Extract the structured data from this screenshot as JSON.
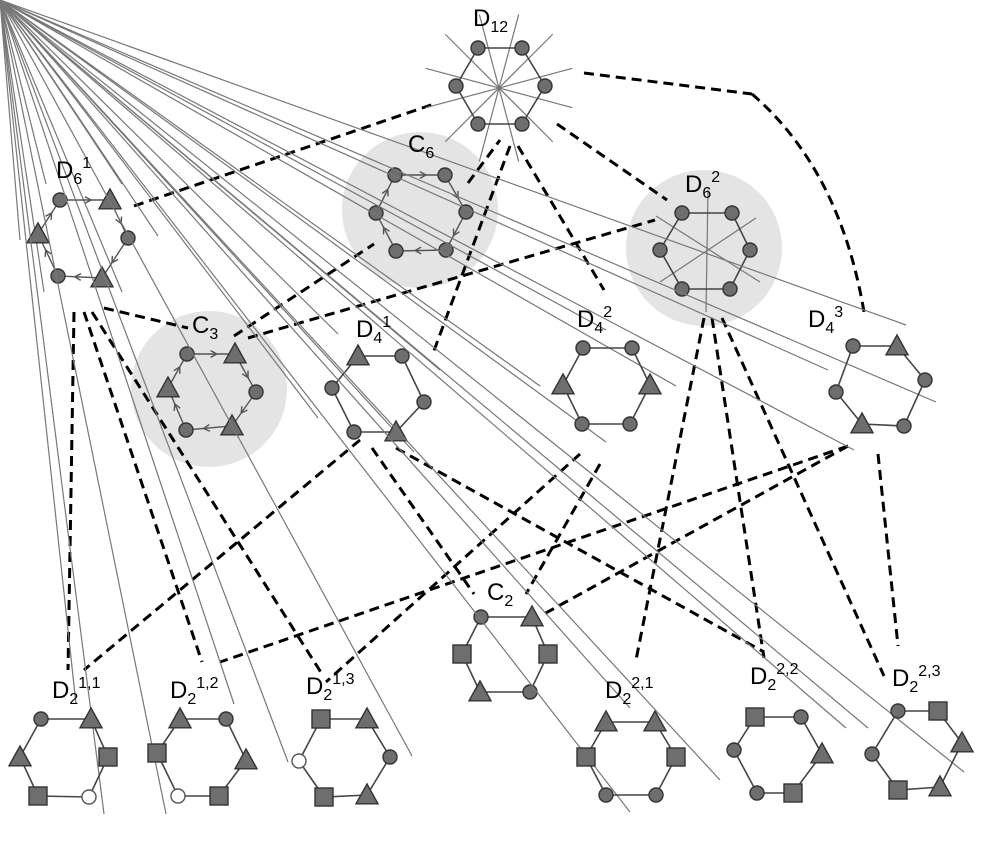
{
  "nodes": {
    "D12": {
      "main": "D",
      "sub": "12",
      "sup": ""
    },
    "D6_1": {
      "main": "D",
      "sub": "6",
      "sup": "1"
    },
    "C6": {
      "main": "C",
      "sub": "6",
      "sup": ""
    },
    "D6_2": {
      "main": "D",
      "sub": "6",
      "sup": "2"
    },
    "C3": {
      "main": "C",
      "sub": "3",
      "sup": ""
    },
    "D4_1": {
      "main": "D",
      "sub": "4",
      "sup": "1"
    },
    "D4_2": {
      "main": "D",
      "sub": "4",
      "sup": "2"
    },
    "D4_3": {
      "main": "D",
      "sub": "4",
      "sup": "3"
    },
    "C2": {
      "main": "C",
      "sub": "2",
      "sup": ""
    },
    "D2_11": {
      "main": "D",
      "sub": "2",
      "sup": "1,1"
    },
    "D2_12": {
      "main": "D",
      "sub": "2",
      "sup": "1,2"
    },
    "D2_13": {
      "main": "D",
      "sub": "2",
      "sup": "1,3"
    },
    "D2_21": {
      "main": "D",
      "sub": "2",
      "sup": "2,1"
    },
    "D2_22": {
      "main": "D",
      "sub": "2",
      "sup": "2,2"
    },
    "D2_23": {
      "main": "D",
      "sub": "2",
      "sup": "2,3"
    }
  },
  "colors": {
    "marker": "#6e6e6e",
    "highlight": "#e4e4e4",
    "connector": "#000000"
  }
}
